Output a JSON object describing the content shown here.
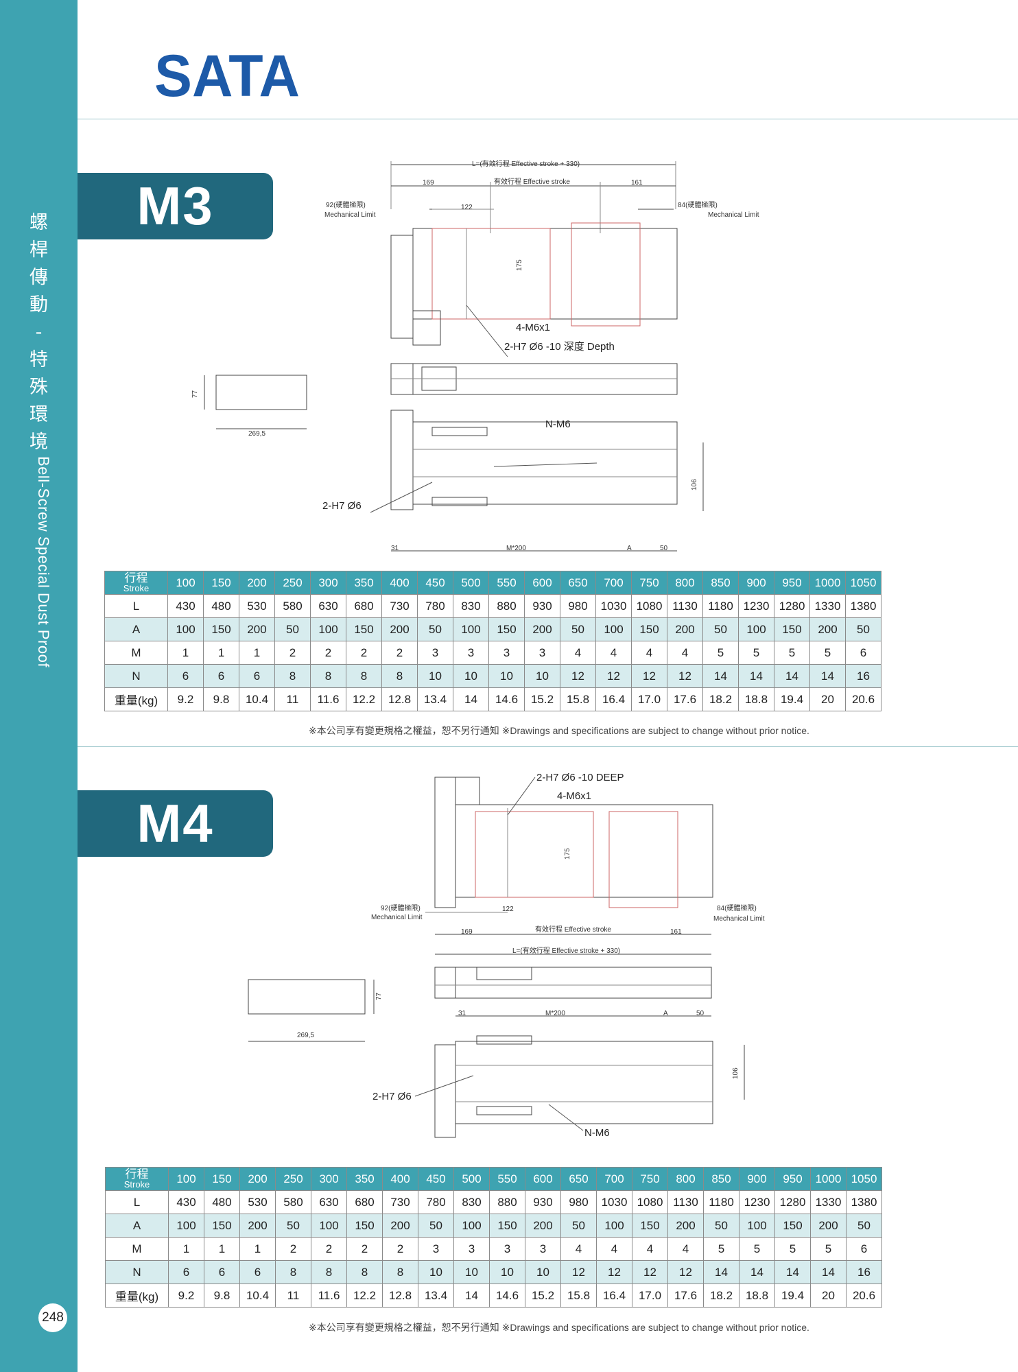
{
  "brand": "SATA",
  "page_number": "248",
  "sidebar": {
    "cn_chars": [
      "螺",
      "桿",
      "傳",
      "動",
      "-",
      "特",
      "殊",
      "環",
      "境"
    ],
    "en": "Bell-Screw  Special Dust Proof"
  },
  "colors": {
    "teal": "#3ea3b1",
    "dark_teal": "#21687d",
    "alt_row": "#d7ecee",
    "logo_blue": "#1d5aa8"
  },
  "disclaimer": "※本公司享有變更規格之權益，恕不另行通知 ※Drawings and specifications are subject to change without prior notice.",
  "sections": [
    {
      "model": "M3",
      "drawing": {
        "total_length": "L=(有效行程 Effective stroke + 330)",
        "dim_169": "169",
        "effective_stroke": "有效行程 Effective stroke",
        "dim_161": "161",
        "limit_left_val": "92(硬體極限)",
        "limit_left_txt": "Mechanical Limit",
        "limit_right_val": "84(硬體極限)",
        "limit_right_txt": "Mechanical Limit",
        "dim_122": "122",
        "dim_175": "175",
        "callout_m6x1": "4-M6x1",
        "callout_h7": "2-H7 Ø6 -10 深度 Depth",
        "dim_77": "77",
        "dim_269": "269,5",
        "callout_nm6": "N-M6",
        "dim_106": "106",
        "callout_h7_2": "2-H7 Ø6",
        "dim_31": "31",
        "dim_m200": "M*200",
        "dim_a": "A",
        "dim_50": "50"
      },
      "table": {
        "header_cn": "行程",
        "header_en": "Stroke",
        "strokes": [
          "100",
          "150",
          "200",
          "250",
          "300",
          "350",
          "400",
          "450",
          "500",
          "550",
          "600",
          "650",
          "700",
          "750",
          "800",
          "850",
          "900",
          "950",
          "1000",
          "1050"
        ],
        "rows": [
          {
            "label": "L",
            "values": [
              "430",
              "480",
              "530",
              "580",
              "630",
              "680",
              "730",
              "780",
              "830",
              "880",
              "930",
              "980",
              "1030",
              "1080",
              "1130",
              "1180",
              "1230",
              "1280",
              "1330",
              "1380"
            ]
          },
          {
            "label": "A",
            "values": [
              "100",
              "150",
              "200",
              "50",
              "100",
              "150",
              "200",
              "50",
              "100",
              "150",
              "200",
              "50",
              "100",
              "150",
              "200",
              "50",
              "100",
              "150",
              "200",
              "50"
            ]
          },
          {
            "label": "M",
            "values": [
              "1",
              "1",
              "1",
              "2",
              "2",
              "2",
              "2",
              "3",
              "3",
              "3",
              "3",
              "4",
              "4",
              "4",
              "4",
              "5",
              "5",
              "5",
              "5",
              "6"
            ]
          },
          {
            "label": "N",
            "values": [
              "6",
              "6",
              "6",
              "8",
              "8",
              "8",
              "8",
              "10",
              "10",
              "10",
              "10",
              "12",
              "12",
              "12",
              "12",
              "14",
              "14",
              "14",
              "14",
              "16"
            ]
          },
          {
            "label": "重量(kg)",
            "values": [
              "9.2",
              "9.8",
              "10.4",
              "11",
              "11.6",
              "12.2",
              "12.8",
              "13.4",
              "14",
              "14.6",
              "15.2",
              "15.8",
              "16.4",
              "17.0",
              "17.6",
              "18.2",
              "18.8",
              "19.4",
              "20",
              "20.6"
            ]
          }
        ]
      }
    },
    {
      "model": "M4",
      "drawing": {
        "total_length": "L=(有效行程 Effective stroke + 330)",
        "dim_169": "169",
        "effective_stroke": "有效行程 Effective stroke",
        "dim_161": "161",
        "limit_left_val": "92(硬體極限)",
        "limit_left_txt": "Mechanical Limit",
        "limit_right_val": "84(硬體極限)",
        "limit_right_txt": "Mechanical Limit",
        "dim_122": "122",
        "dim_175": "175",
        "callout_m6x1": "4-M6x1",
        "callout_h7": "2-H7 Ø6 -10 DEEP",
        "dim_77": "77",
        "dim_269": "269,5",
        "callout_nm6": "N-M6",
        "dim_106": "106",
        "callout_h7_2": "2-H7 Ø6",
        "dim_31": "31",
        "dim_m200": "M*200",
        "dim_a": "A",
        "dim_50": "50"
      },
      "table": {
        "header_cn": "行程",
        "header_en": "Stroke",
        "strokes": [
          "100",
          "150",
          "200",
          "250",
          "300",
          "350",
          "400",
          "450",
          "500",
          "550",
          "600",
          "650",
          "700",
          "750",
          "800",
          "850",
          "900",
          "950",
          "1000",
          "1050"
        ],
        "rows": [
          {
            "label": "L",
            "values": [
              "430",
              "480",
              "530",
              "580",
              "630",
              "680",
              "730",
              "780",
              "830",
              "880",
              "930",
              "980",
              "1030",
              "1080",
              "1130",
              "1180",
              "1230",
              "1280",
              "1330",
              "1380"
            ]
          },
          {
            "label": "A",
            "values": [
              "100",
              "150",
              "200",
              "50",
              "100",
              "150",
              "200",
              "50",
              "100",
              "150",
              "200",
              "50",
              "100",
              "150",
              "200",
              "50",
              "100",
              "150",
              "200",
              "50"
            ]
          },
          {
            "label": "M",
            "values": [
              "1",
              "1",
              "1",
              "2",
              "2",
              "2",
              "2",
              "3",
              "3",
              "3",
              "3",
              "4",
              "4",
              "4",
              "4",
              "5",
              "5",
              "5",
              "5",
              "6"
            ]
          },
          {
            "label": "N",
            "values": [
              "6",
              "6",
              "6",
              "8",
              "8",
              "8",
              "8",
              "10",
              "10",
              "10",
              "10",
              "12",
              "12",
              "12",
              "12",
              "14",
              "14",
              "14",
              "14",
              "16"
            ]
          },
          {
            "label": "重量(kg)",
            "values": [
              "9.2",
              "9.8",
              "10.4",
              "11",
              "11.6",
              "12.2",
              "12.8",
              "13.4",
              "14",
              "14.6",
              "15.2",
              "15.8",
              "16.4",
              "17.0",
              "17.6",
              "18.2",
              "18.8",
              "19.4",
              "20",
              "20.6"
            ]
          }
        ]
      }
    }
  ]
}
